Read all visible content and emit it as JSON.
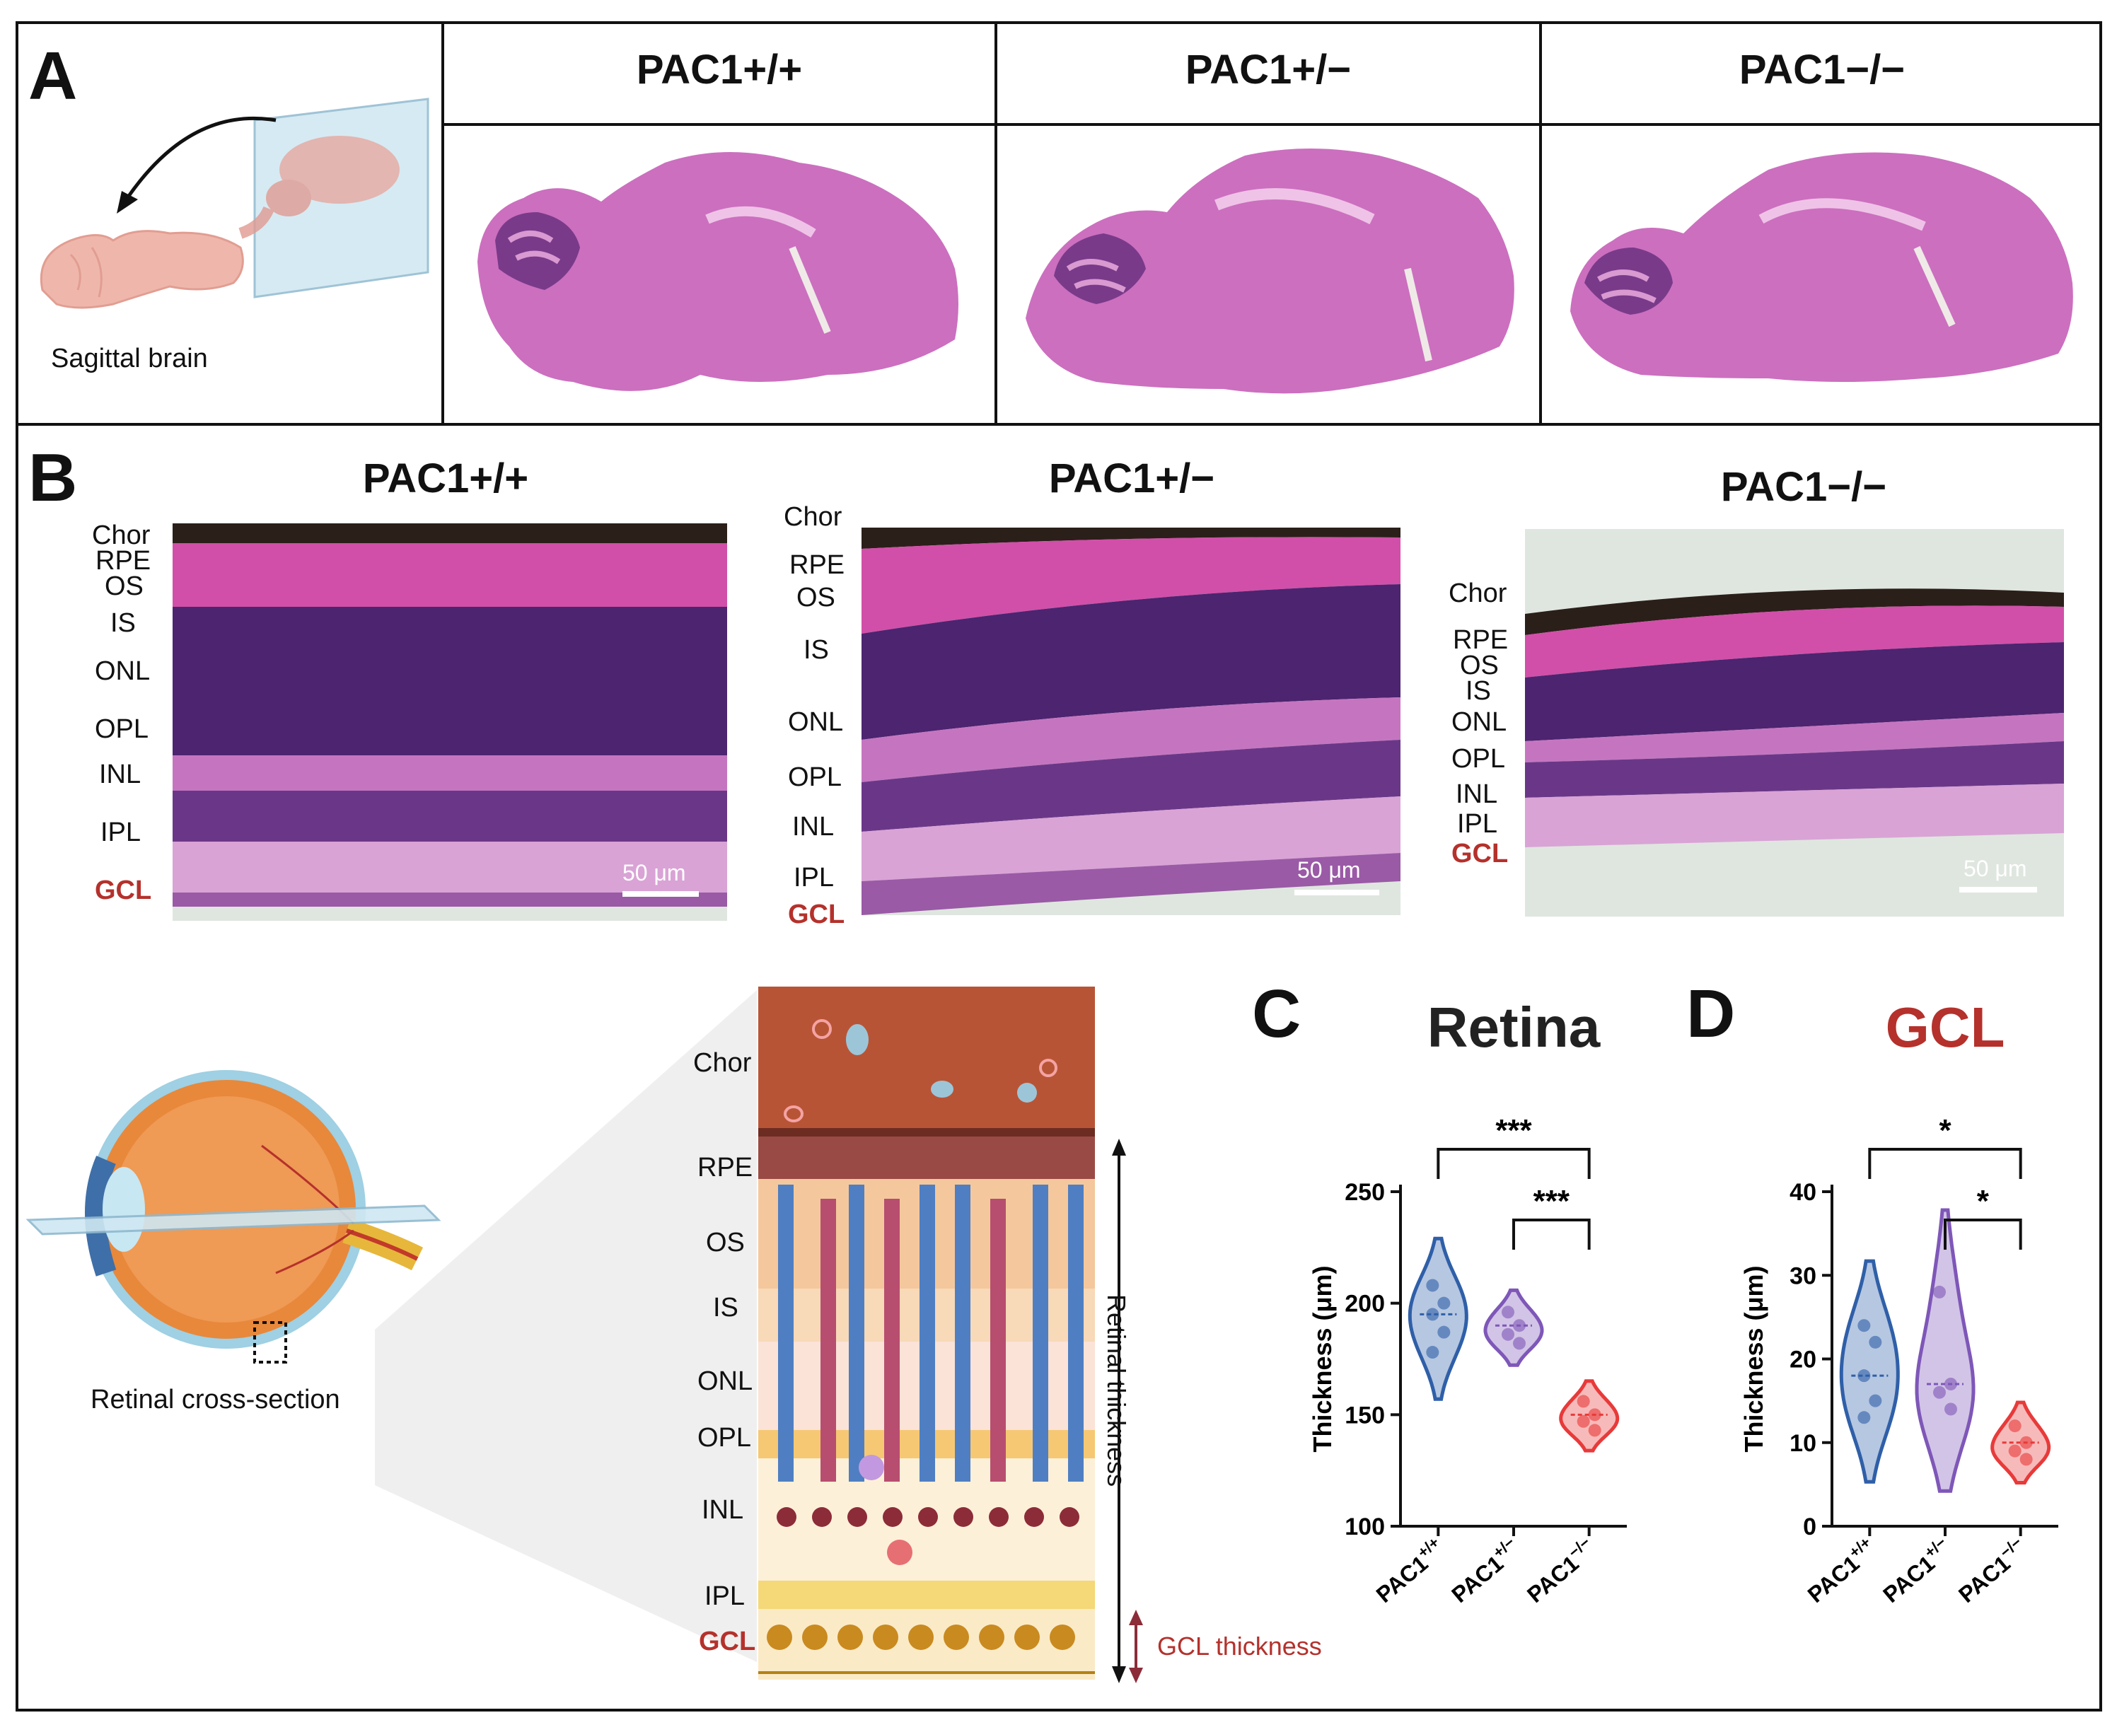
{
  "panelA": {
    "letter": "A",
    "sagittal_label": "Sagittal brain",
    "genotypes": [
      "PAC1+/+",
      "PAC1+/−",
      "PAC1−/−"
    ]
  },
  "panelB": {
    "letter": "B",
    "genotypes": [
      "PAC1+/+",
      "PAC1+/−",
      "PAC1−/−"
    ],
    "layers": [
      "Chor",
      "RPE",
      "OS",
      "IS",
      "ONL",
      "OPL",
      "INL",
      "IPL",
      "GCL"
    ],
    "scale_bar": "50 μm",
    "cross_section_label": "Retinal cross-section",
    "diagram_layers": [
      "Chor",
      "RPE",
      "OS",
      "IS",
      "ONL",
      "OPL",
      "INL",
      "IPL",
      "GCL"
    ],
    "retinal_thickness_label": "Retinal thickness",
    "gcl_thickness_label": "GCL thickness"
  },
  "colors": {
    "wt": "#2f5fa8",
    "het": "#7e57b8",
    "ko": "#e83a3a",
    "gcl_red": "#b5312c",
    "he_pink": "#cc6fbf"
  },
  "chart_data": [
    {
      "type": "violin",
      "panel": "C",
      "title": "Retina",
      "ylabel": "Thickness (μm)",
      "ylim": [
        100,
        250
      ],
      "yticks": [
        100,
        150,
        200,
        250
      ],
      "categories": [
        "PAC1+/+",
        "PAC1+/−",
        "PAC1−/−"
      ],
      "category_labels": [
        {
          "base": "PAC1",
          "sup": "+/+"
        },
        {
          "base": "PAC1",
          "sup": "+/−"
        },
        {
          "base": "PAC1",
          "sup": "−/−"
        }
      ],
      "series": [
        {
          "values": [
            208,
            200,
            195,
            187,
            178
          ]
        },
        {
          "values": [
            196,
            190,
            186,
            182
          ]
        },
        {
          "values": [
            156,
            150,
            147,
            143
          ]
        }
      ],
      "significance": [
        {
          "from": 0,
          "to": 2,
          "label": "***"
        },
        {
          "from": 1,
          "to": 2,
          "label": "***"
        }
      ]
    },
    {
      "type": "violin",
      "panel": "D",
      "title": "GCL",
      "ylabel": "Thickness (μm)",
      "ylim": [
        0,
        40
      ],
      "yticks": [
        0,
        10,
        20,
        30,
        40
      ],
      "categories": [
        "PAC1+/+",
        "PAC1+/−",
        "PAC1−/−"
      ],
      "category_labels": [
        {
          "base": "PAC1",
          "sup": "+/+"
        },
        {
          "base": "PAC1",
          "sup": "+/−"
        },
        {
          "base": "PAC1",
          "sup": "−/−"
        }
      ],
      "series": [
        {
          "values": [
            24,
            22,
            18,
            15,
            13
          ]
        },
        {
          "values": [
            28,
            17,
            16,
            14
          ]
        },
        {
          "values": [
            12,
            10,
            9,
            8
          ]
        }
      ],
      "significance": [
        {
          "from": 0,
          "to": 2,
          "label": "*"
        },
        {
          "from": 1,
          "to": 2,
          "label": "*"
        }
      ]
    }
  ]
}
